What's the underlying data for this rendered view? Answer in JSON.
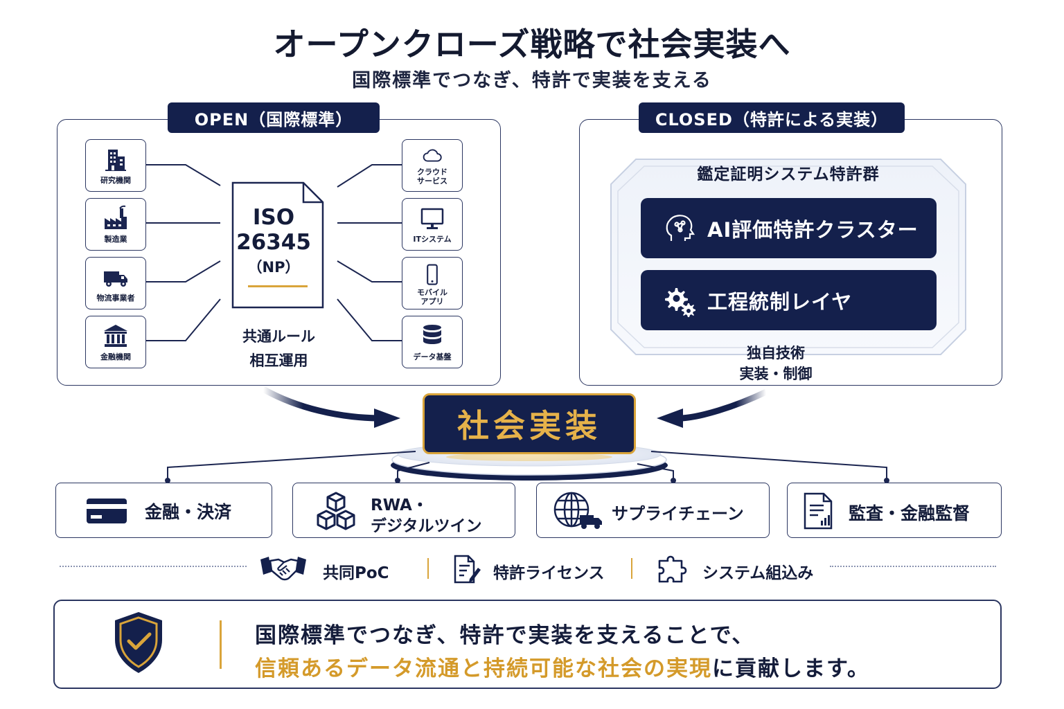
{
  "header": {
    "title": "オープンクローズ戦略で社会実装へ",
    "subtitle": "国際標準でつなぎ、特許で実装を支える"
  },
  "open": {
    "tab": "OPEN（国際標準）",
    "left_items": [
      {
        "label": "研究機関",
        "icon": "building-icon"
      },
      {
        "label": "製造業",
        "icon": "factory-icon"
      },
      {
        "label": "物流事業者",
        "icon": "truck-icon"
      },
      {
        "label": "金融機関",
        "icon": "bank-icon"
      }
    ],
    "right_items": [
      {
        "label": "クラウド\nサービス",
        "icon": "cloud-icon"
      },
      {
        "label": "ITシステム",
        "icon": "monitor-icon"
      },
      {
        "label": "モバイル\nアプリ",
        "icon": "smartphone-icon"
      },
      {
        "label": "データ基盤",
        "icon": "database-icon"
      }
    ],
    "iso_line1": "ISO",
    "iso_line2": "26345",
    "iso_line3": "（NP）",
    "common_line1": "共通ルール",
    "common_line2": "相互運用"
  },
  "closed": {
    "tab": "CLOSED（特許による実装）",
    "patent_group": "鑑定証明システム特許群",
    "cluster1": "AI評価特許クラスター",
    "cluster2": "工程統制レイヤ",
    "tech_line1": "独自技術",
    "tech_line2": "実装・制御"
  },
  "central": {
    "label": "社会実装"
  },
  "use_cases": [
    {
      "label": "金融・決済",
      "icon": "credit-card-icon"
    },
    {
      "label_line1": "RWA・",
      "label_line2": "デジタルツイン",
      "icon": "cubes-icon"
    },
    {
      "label": "サプライチェーン",
      "icon": "globe-truck-icon"
    },
    {
      "label": "監査・金融監督",
      "icon": "report-icon"
    }
  ],
  "cooperation": [
    {
      "label": "共同PoC",
      "icon": "handshake-icon"
    },
    {
      "label": "特許ライセンス",
      "icon": "document-pen-icon"
    },
    {
      "label": "システム組込み",
      "icon": "puzzle-icon"
    }
  ],
  "bottom": {
    "line1": "国際標準でつなぎ、特許で実装を支えることで、",
    "line2_highlight": "信頼あるデータ流通と持続可能な社会の実現",
    "line2_rest": "に貢献します。",
    "icon": "shield-check-icon"
  },
  "colors": {
    "navy": "#14204c",
    "gold": "#d9a43a",
    "text": "#141c3a"
  }
}
